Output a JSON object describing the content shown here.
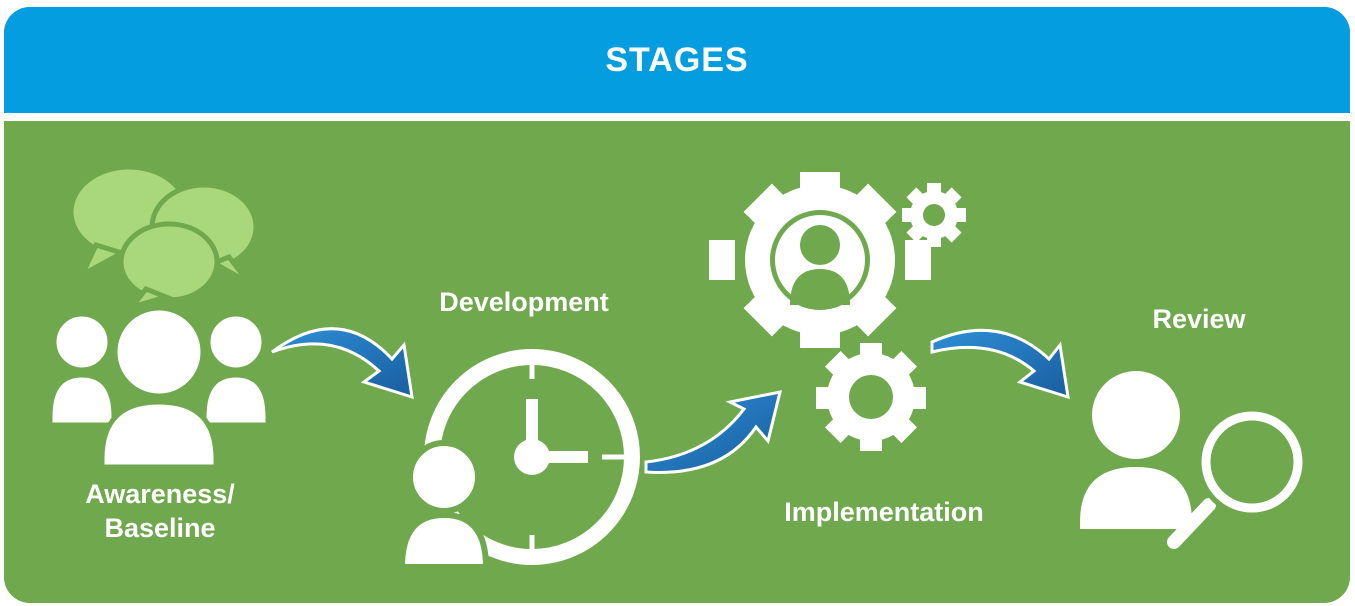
{
  "header": {
    "title": "STAGES"
  },
  "stages": [
    {
      "label": "Awareness/",
      "label2": "Baseline"
    },
    {
      "label": "Development"
    },
    {
      "label": "Implementation"
    },
    {
      "label": "Review"
    }
  ],
  "colors": {
    "header": "#049ddf",
    "background": "#70a84e",
    "icon_bubbles": "#a9d87c",
    "icons": "#ffffff",
    "arrow_dark": "#1a5da0",
    "arrow_light": "#2e8fd6"
  },
  "icons": [
    "speech-bubbles-icon",
    "group-people-icon",
    "clock-person-icon",
    "gear-person-icon",
    "small-gear-icon",
    "medium-gear-icon",
    "person-magnifier-icon",
    "arrow-icon"
  ]
}
